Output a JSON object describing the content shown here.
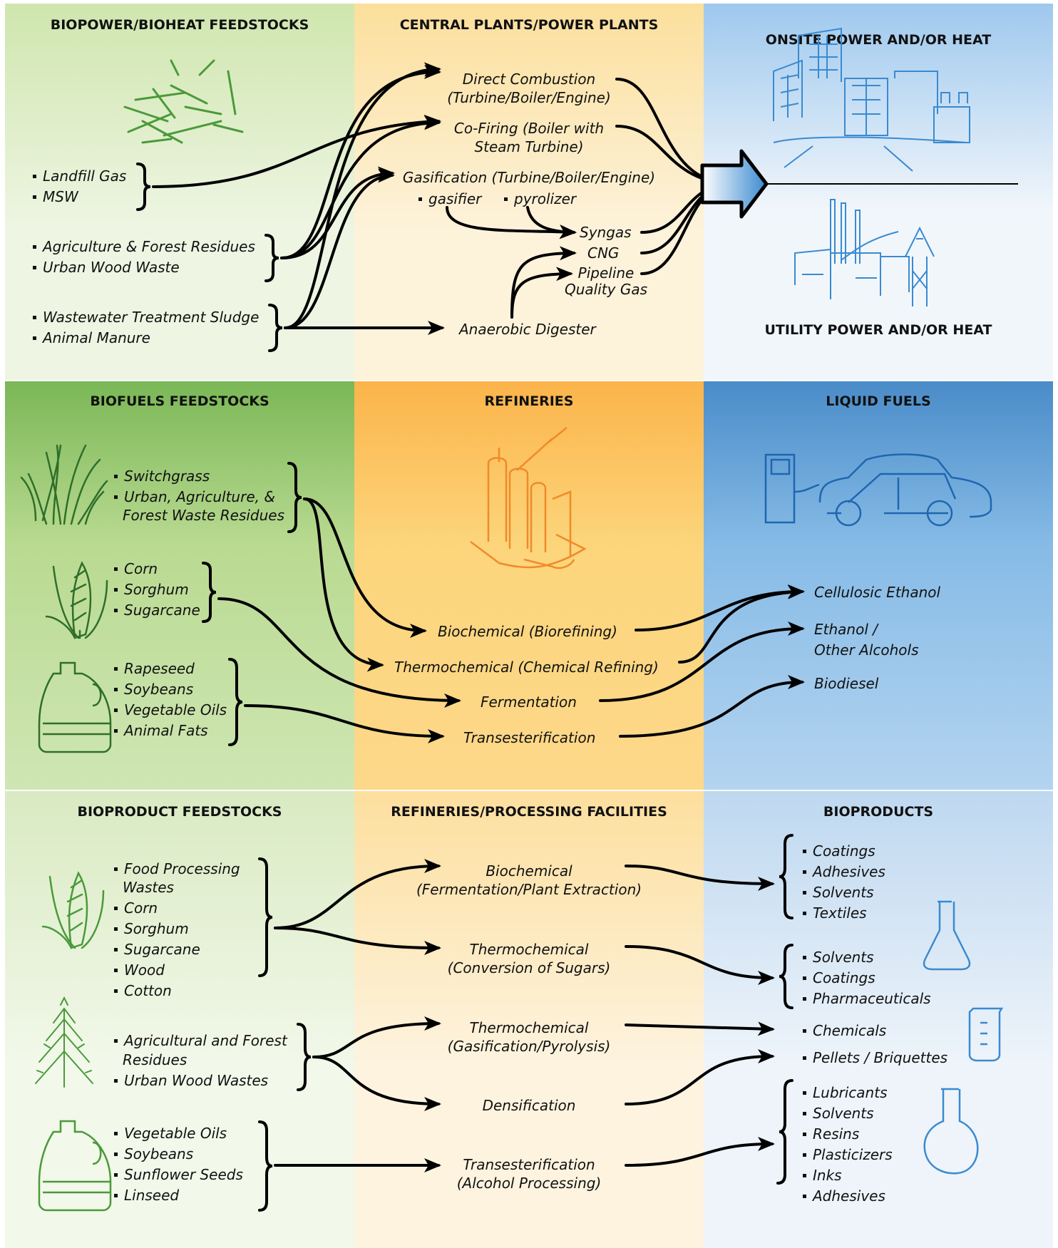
{
  "colors": {
    "green_row1": "#e6f0d4",
    "green_row2": "#a8cf7c",
    "green_row3": "#e6f0d4",
    "orange_row1": "#fdebc3",
    "orange_row2": "#fcd27a",
    "orange_row3": "#fdebc3",
    "blue_row1": "#e3eef8",
    "blue_row2": "#8ebde6",
    "blue_row3": "#e3eef8",
    "plant_green": "#4a9a3a",
    "tech_orange": "#f08a2a",
    "tech_blue": "#3a8ad0"
  },
  "icons": [
    "wood-chips-icon",
    "office-building-icon",
    "power-plant-icon",
    "switchgrass-icon",
    "corn-icon",
    "jug-icon",
    "refinery-icon",
    "car-fuel-icon",
    "flask-icon",
    "beaker-icon",
    "round-flask-icon",
    "shrub-icon"
  ],
  "row1": {
    "h_feed": "BIOPOWER/BIOHEAT FEEDSTOCKS",
    "h_plant": "CENTRAL PLANTS/POWER PLANTS",
    "h_out_top": "ONSITE POWER AND/OR HEAT",
    "h_out_bottom": "UTILITY POWER AND/OR HEAT",
    "f1a": "Landfill Gas",
    "f1b": "MSW",
    "f2a": "Agriculture & Forest Residues",
    "f2b": "Urban Wood Waste",
    "f3a": "Wastewater Treatment Sludge",
    "f3b": "Animal Manure",
    "p1a": "Direct Combustion",
    "p1b": "(Turbine/Boiler/Engine)",
    "p2a": "Co-Firing (Boiler with",
    "p2b": "Steam Turbine)",
    "p3": "Gasification (Turbine/Boiler/Engine)",
    "p3x": "gasifier",
    "p3y": "pyrolizer",
    "g1": "Syngas",
    "g2": "CNG",
    "g3a": "Pipeline",
    "g3b": "Quality Gas",
    "ad": "Anaerobic Digester"
  },
  "row2": {
    "h_feed": "BIOFUELS FEEDSTOCKS",
    "h_ref": "REFINERIES",
    "h_out": "LIQUID FUELS",
    "a1": "Switchgrass",
    "a2a": "Urban, Agriculture, &",
    "a2b": "Forest Waste Residues",
    "b1": "Corn",
    "b2": "Sorghum",
    "b3": "Sugarcane",
    "c1": "Rapeseed",
    "c2": "Soybeans",
    "c3": "Vegetable Oils",
    "c4": "Animal Fats",
    "r1": "Biochemical (Biorefining)",
    "r2": "Thermochemical (Chemical Refining)",
    "r3": "Fermentation",
    "r4": "Transesterification",
    "o1": "Cellulosic Ethanol",
    "o2a": "Ethanol /",
    "o2b": "Other Alcohols",
    "o3": "Biodiesel"
  },
  "row3": {
    "h_feed": "BIOPRODUCT FEEDSTOCKS",
    "h_proc": "REFINERIES/PROCESSING FACILITIES",
    "h_out": "BIOPRODUCTS",
    "a1a": "Food Processing",
    "a1b": "Wastes",
    "a2": "Corn",
    "a3": "Sorghum",
    "a4": "Sugarcane",
    "a5": "Wood",
    "a6": "Cotton",
    "b1a": "Agricultural and Forest",
    "b1b": "Residues",
    "b2": "Urban Wood Wastes",
    "c1": "Vegetable Oils",
    "c2": "Soybeans",
    "c3": "Sunflower Seeds",
    "c4": "Linseed",
    "p1a": "Biochemical",
    "p1b": "(Fermentation/Plant Extraction)",
    "p2a": "Thermochemical",
    "p2b": "(Conversion of Sugars)",
    "p3a": "Thermochemical",
    "p3b": "(Gasification/Pyrolysis)",
    "p4": "Densification",
    "p5a": "Transesterification",
    "p5b": "(Alcohol Processing)",
    "o1": [
      "Coatings",
      "Adhesives",
      "Solvents",
      "Textiles"
    ],
    "o2": [
      "Solvents",
      "Coatings",
      "Pharmaceuticals"
    ],
    "o3": "Chemicals",
    "o4": "Pellets / Briquettes",
    "o5": [
      "Lubricants",
      "Solvents",
      "Resins",
      "Plasticizers",
      "Inks",
      "Adhesives"
    ]
  }
}
